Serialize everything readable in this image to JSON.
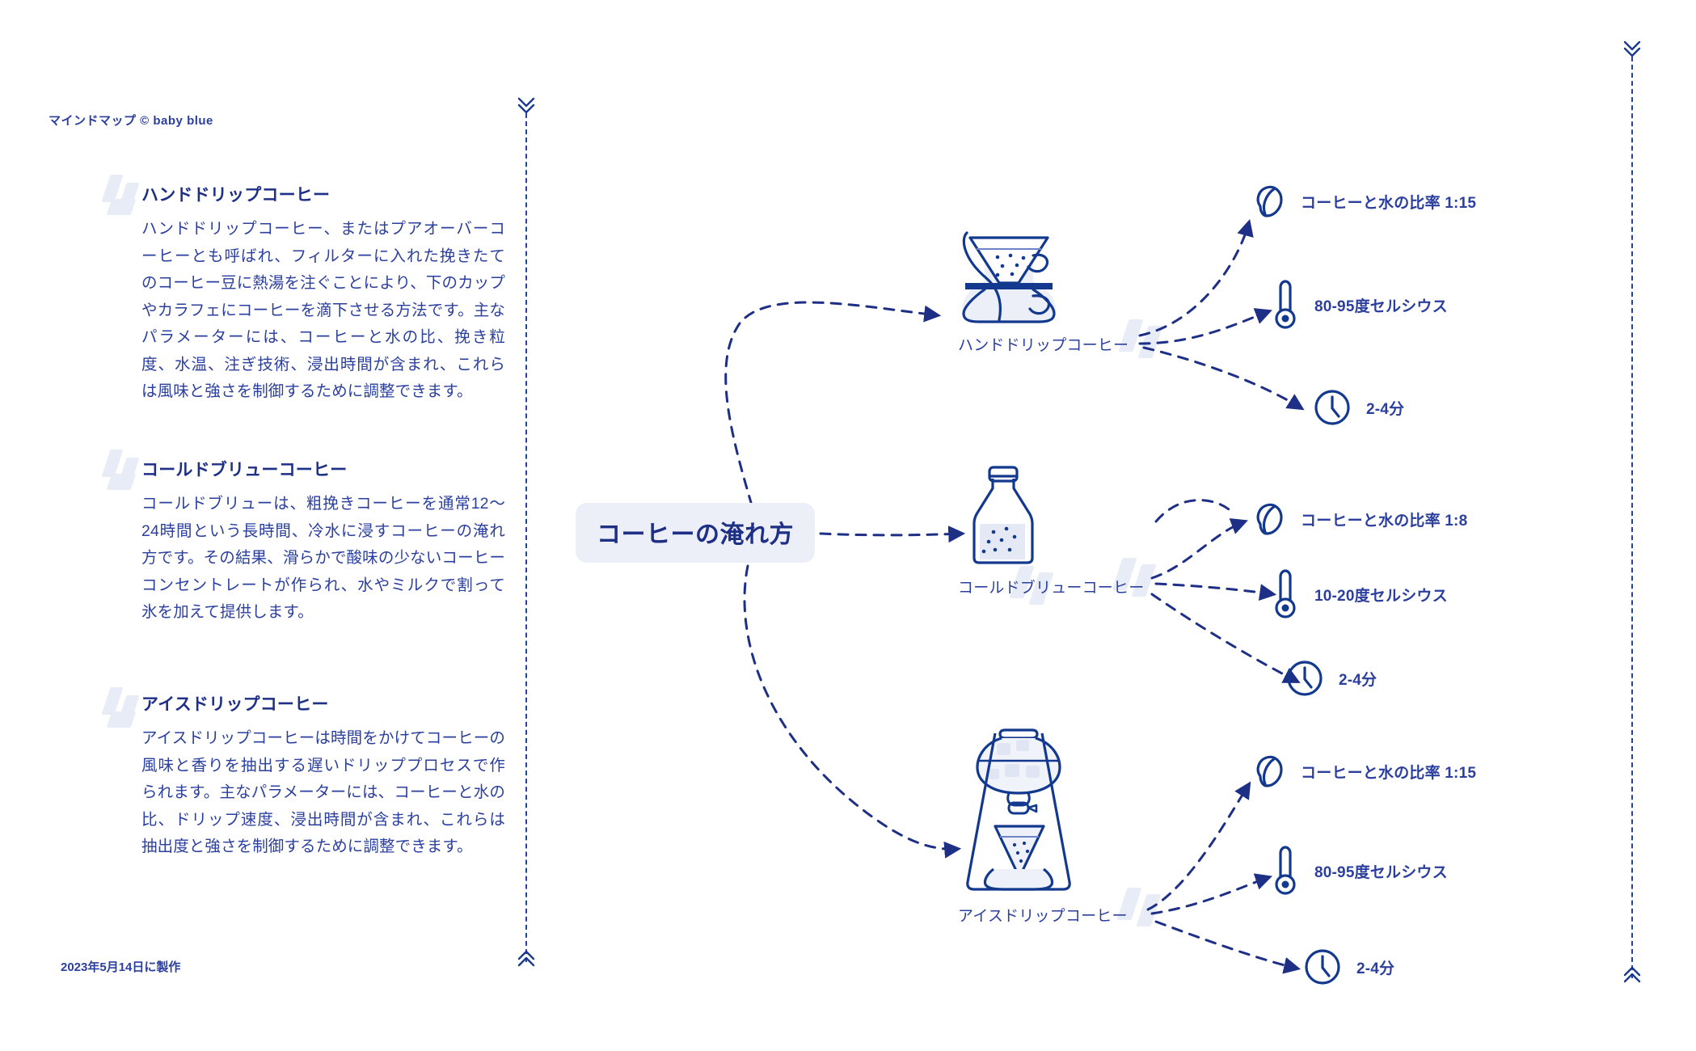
{
  "meta": {
    "brand": "マインドマップ © baby blue",
    "footer_date": "2023年5月14日に製作",
    "accent_color": "#1e2f86",
    "body_color": "#2b3f9e",
    "node_bg_color": "#eceff8",
    "decor_color": "#e8ecf7"
  },
  "center": {
    "title": "コーヒーの淹れ方"
  },
  "sections": [
    {
      "heading": "ハンドドリップコーヒー",
      "body": "ハンドドリップコーヒー、またはプアオーバーコーヒーとも呼ばれ、フィルターに入れた挽きたてのコーヒー豆に熱湯を注ぐことにより、下のカップやカラフェにコーヒーを滴下させる方法です。主なパラメーターには、コーヒーと水の比、挽き粒度、水温、注ぎ技術、浸出時間が含まれ、これらは風味と強さを制御するために調整できます。"
    },
    {
      "heading": "コールドブリューコーヒー",
      "body": "コールドブリューは、粗挽きコーヒーを通常12〜24時間という長時間、冷水に浸すコーヒーの淹れ方です。その結果、滑らかで酸味の少ないコーヒーコンセントレートが作られ、水やミルクで割って氷を加えて提供します。"
    },
    {
      "heading": "アイスドリップコーヒー",
      "body": "アイスドリップコーヒーは時間をかけてコーヒーの風味と香りを抽出する遅いドリッププロセスで作られます。主なパラメーターには、コーヒーと水の比、ドリップ速度、浸出時間が含まれ、これらは抽出度と強さを制御するために調整できます。"
    }
  ],
  "branches": [
    {
      "label": "ハンドドリップコーヒー",
      "icon": "pour-over-dripper-icon",
      "leaves": [
        {
          "icon": "coffee-bean-icon",
          "text": "コーヒーと水の比率 1:15"
        },
        {
          "icon": "thermometer-icon",
          "text": "80-95度セルシウス"
        },
        {
          "icon": "clock-icon",
          "text": "2-4分"
        }
      ]
    },
    {
      "label": "コールドブリューコーヒー",
      "icon": "bottle-icon",
      "leaves": [
        {
          "icon": "coffee-bean-icon",
          "text": "コーヒーと水の比率 1:8"
        },
        {
          "icon": "thermometer-icon",
          "text": "10-20度セルシウス"
        },
        {
          "icon": "clock-icon",
          "text": "2-4分"
        }
      ]
    },
    {
      "label": "アイスドリップコーヒー",
      "icon": "ice-drip-tower-icon",
      "leaves": [
        {
          "icon": "coffee-bean-icon",
          "text": "コーヒーと水の比率 1:15"
        },
        {
          "icon": "thermometer-icon",
          "text": "80-95度セルシウス"
        },
        {
          "icon": "clock-icon",
          "text": "2-4分"
        }
      ]
    }
  ]
}
